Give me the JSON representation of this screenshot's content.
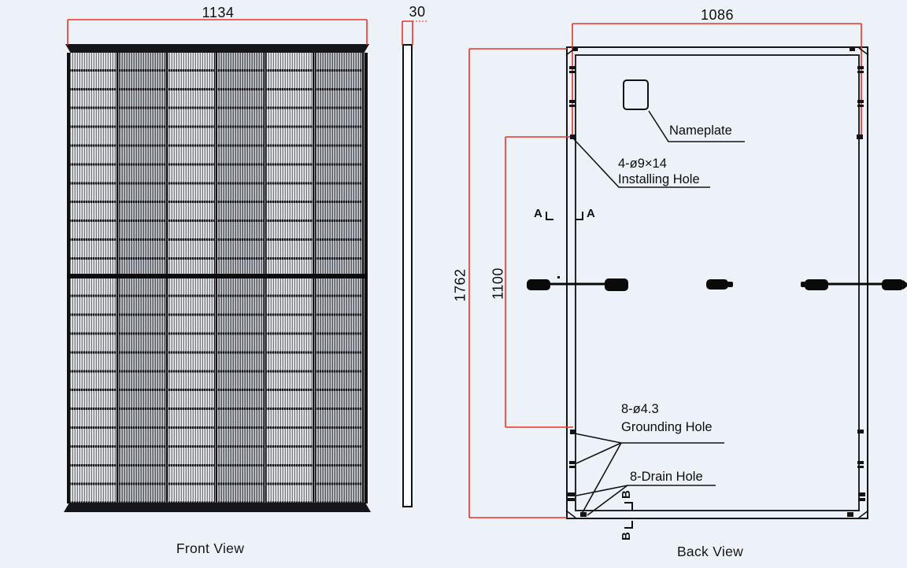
{
  "drawing": {
    "front_view": {
      "label": "Front View",
      "width_dim": "1134",
      "thickness_dim": "30"
    },
    "back_view": {
      "label": "Back View",
      "width_dim": "1086",
      "height_dim": "1762",
      "hole_span_dim": "1100",
      "section_a": "A",
      "section_b": "B",
      "annotations": {
        "nameplate": "Nameplate",
        "installing_line1": "4-ø9×14",
        "installing_line2": "Installing Hole",
        "grounding_line1": "8-ø4.3",
        "grounding_line2": "Grounding Hole",
        "drain": "8-Drain Hole"
      }
    },
    "colors": {
      "background": "#edf1f8",
      "line": "#141414",
      "dimension_red": "#ee3026"
    }
  }
}
